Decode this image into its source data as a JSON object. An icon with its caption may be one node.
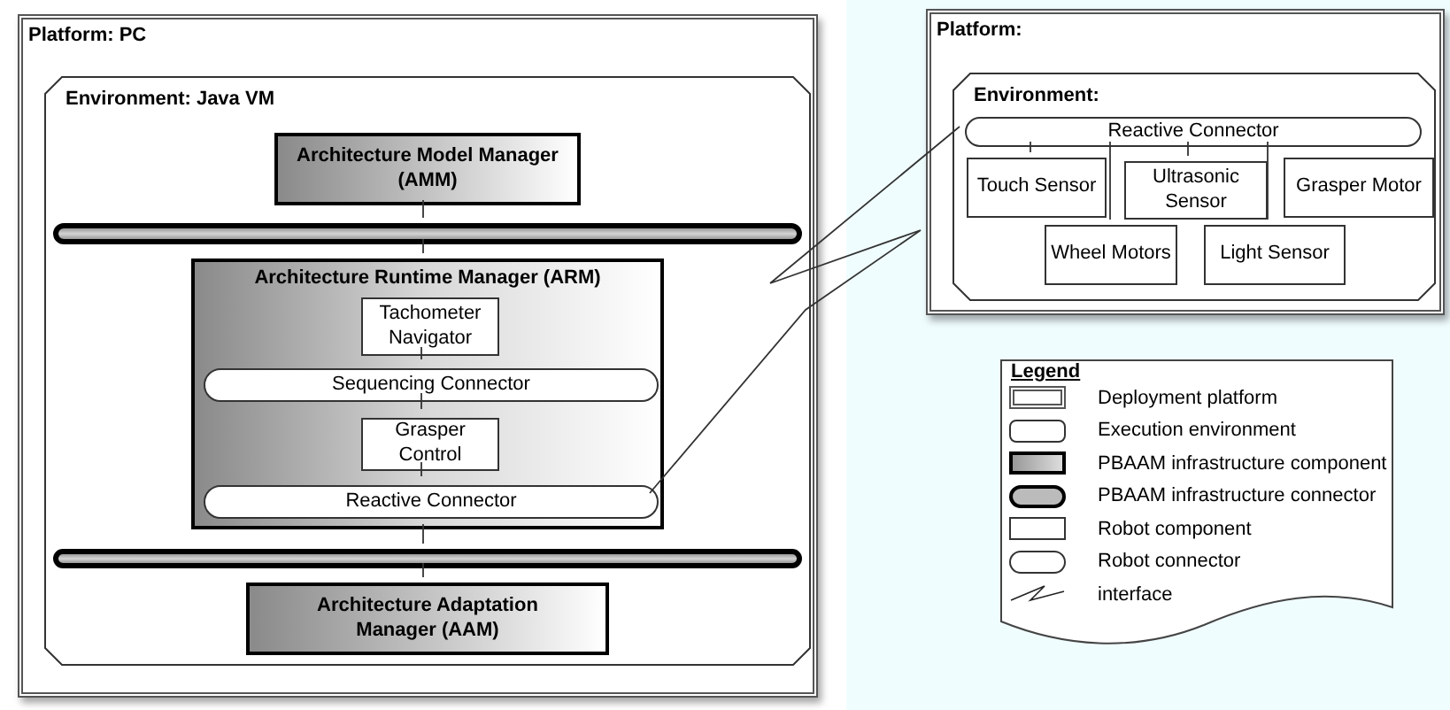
{
  "diagram": {
    "nodes": [
      {
        "text": [
          "Platform: PC"
        ]
      },
      {
        "text": [
          "Environment: Java VM"
        ],
        "in": 0
      },
      {
        "text": [
          "Architecture Model Manager (AMM)"
        ],
        "in": 1
      },
      {
        "text": [],
        "shape": "bar",
        "in": 1
      },
      {
        "text": [
          "Architecture Runtime Manager (ARM)"
        ],
        "in": 1
      },
      {
        "text": [
          "Tachometer Navigator"
        ],
        "in": 4
      },
      {
        "text": [
          "Sequencing Connector"
        ],
        "in": 4
      },
      {
        "text": [
          "Grasper Control"
        ],
        "in": 4
      },
      {
        "text": [
          "Reactive Connector"
        ],
        "in": 4
      },
      {
        "text": [],
        "shape": "bar",
        "in": 1
      },
      {
        "text": [
          "Architecture Adaptation Manager (AAM)"
        ],
        "in": 1
      },
      {
        "text": [
          "Platform:"
        ]
      },
      {
        "text": [
          "Environment:"
        ],
        "in": 11
      },
      {
        "text": [
          "Reactive Connector"
        ],
        "in": 12
      },
      {
        "text": [
          "Touch Sensor"
        ],
        "in": 12
      },
      {
        "text": [
          "Ultrasonic Sensor"
        ],
        "in": 12
      },
      {
        "text": [
          "Grasper Motor"
        ],
        "in": 12
      },
      {
        "text": [
          "Wheel Motors"
        ],
        "in": 12
      },
      {
        "text": [
          "Light Sensor"
        ],
        "in": 12
      }
    ],
    "edges": [
      {
        "from": 2,
        "to": 3,
        "arrow": "none"
      },
      {
        "from": 3,
        "to": 4,
        "arrow": "none"
      },
      {
        "from": 5,
        "to": 6,
        "arrow": "none"
      },
      {
        "from": 6,
        "to": 7,
        "arrow": "none"
      },
      {
        "from": 7,
        "to": 8,
        "arrow": "none"
      },
      {
        "from": 4,
        "to": 9,
        "arrow": "none"
      },
      {
        "from": 9,
        "to": 10,
        "arrow": "none"
      },
      {
        "from": 8,
        "to": 13,
        "arrow": "none"
      },
      {
        "from": 13,
        "to": 14,
        "arrow": "none"
      },
      {
        "from": 13,
        "to": 15,
        "arrow": "none"
      },
      {
        "from": 13,
        "to": 17,
        "arrow": "none"
      },
      {
        "from": 13,
        "to": 18,
        "arrow": "none"
      }
    ],
    "labels": [
      "Legend"
    ],
    "legend": [
      {
        "text": "Deployment platform"
      },
      {
        "text": "Execution environment"
      },
      {
        "text": "PBAAM infrastructure component"
      },
      {
        "text": "PBAAM infrastructure connector"
      },
      {
        "text": "Robot component"
      },
      {
        "text": "Robot connector"
      },
      {
        "text": "interface"
      }
    ]
  }
}
